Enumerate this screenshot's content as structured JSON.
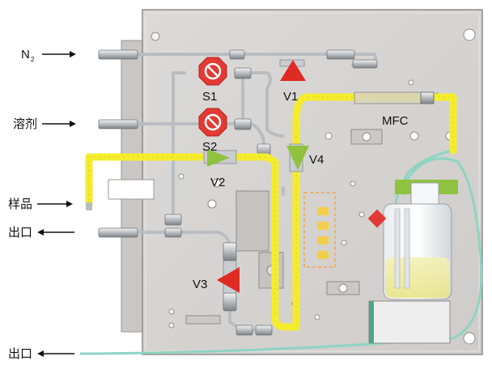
{
  "inputs": {
    "n2": "N",
    "n2_sub": "2",
    "solvent": "溶剂",
    "sample": "样品",
    "outlet_upper": "出口",
    "outlet_lower": "出口"
  },
  "valves": {
    "s1": "S1",
    "s2": "S2",
    "v1": "V1",
    "v2": "V2",
    "v3": "V3",
    "v4": "V4"
  },
  "devices": {
    "mfc": "MFC"
  },
  "colors": {
    "panel": "#d4d1cf",
    "panel_edge": "#8e8b89",
    "pipe_yellow": "#f5ec2e",
    "pipe_steel": "#c9ccd0",
    "tube_teal": "#8fd3c4",
    "valve_red": "#e02a24",
    "valve_green": "#8fc23f",
    "stop_red": "#e23a34"
  },
  "icons": [
    "arrow-right-icon",
    "arrow-left-icon",
    "stop-sign-icon",
    "triangle-valve-icon",
    "bottle-icon"
  ]
}
